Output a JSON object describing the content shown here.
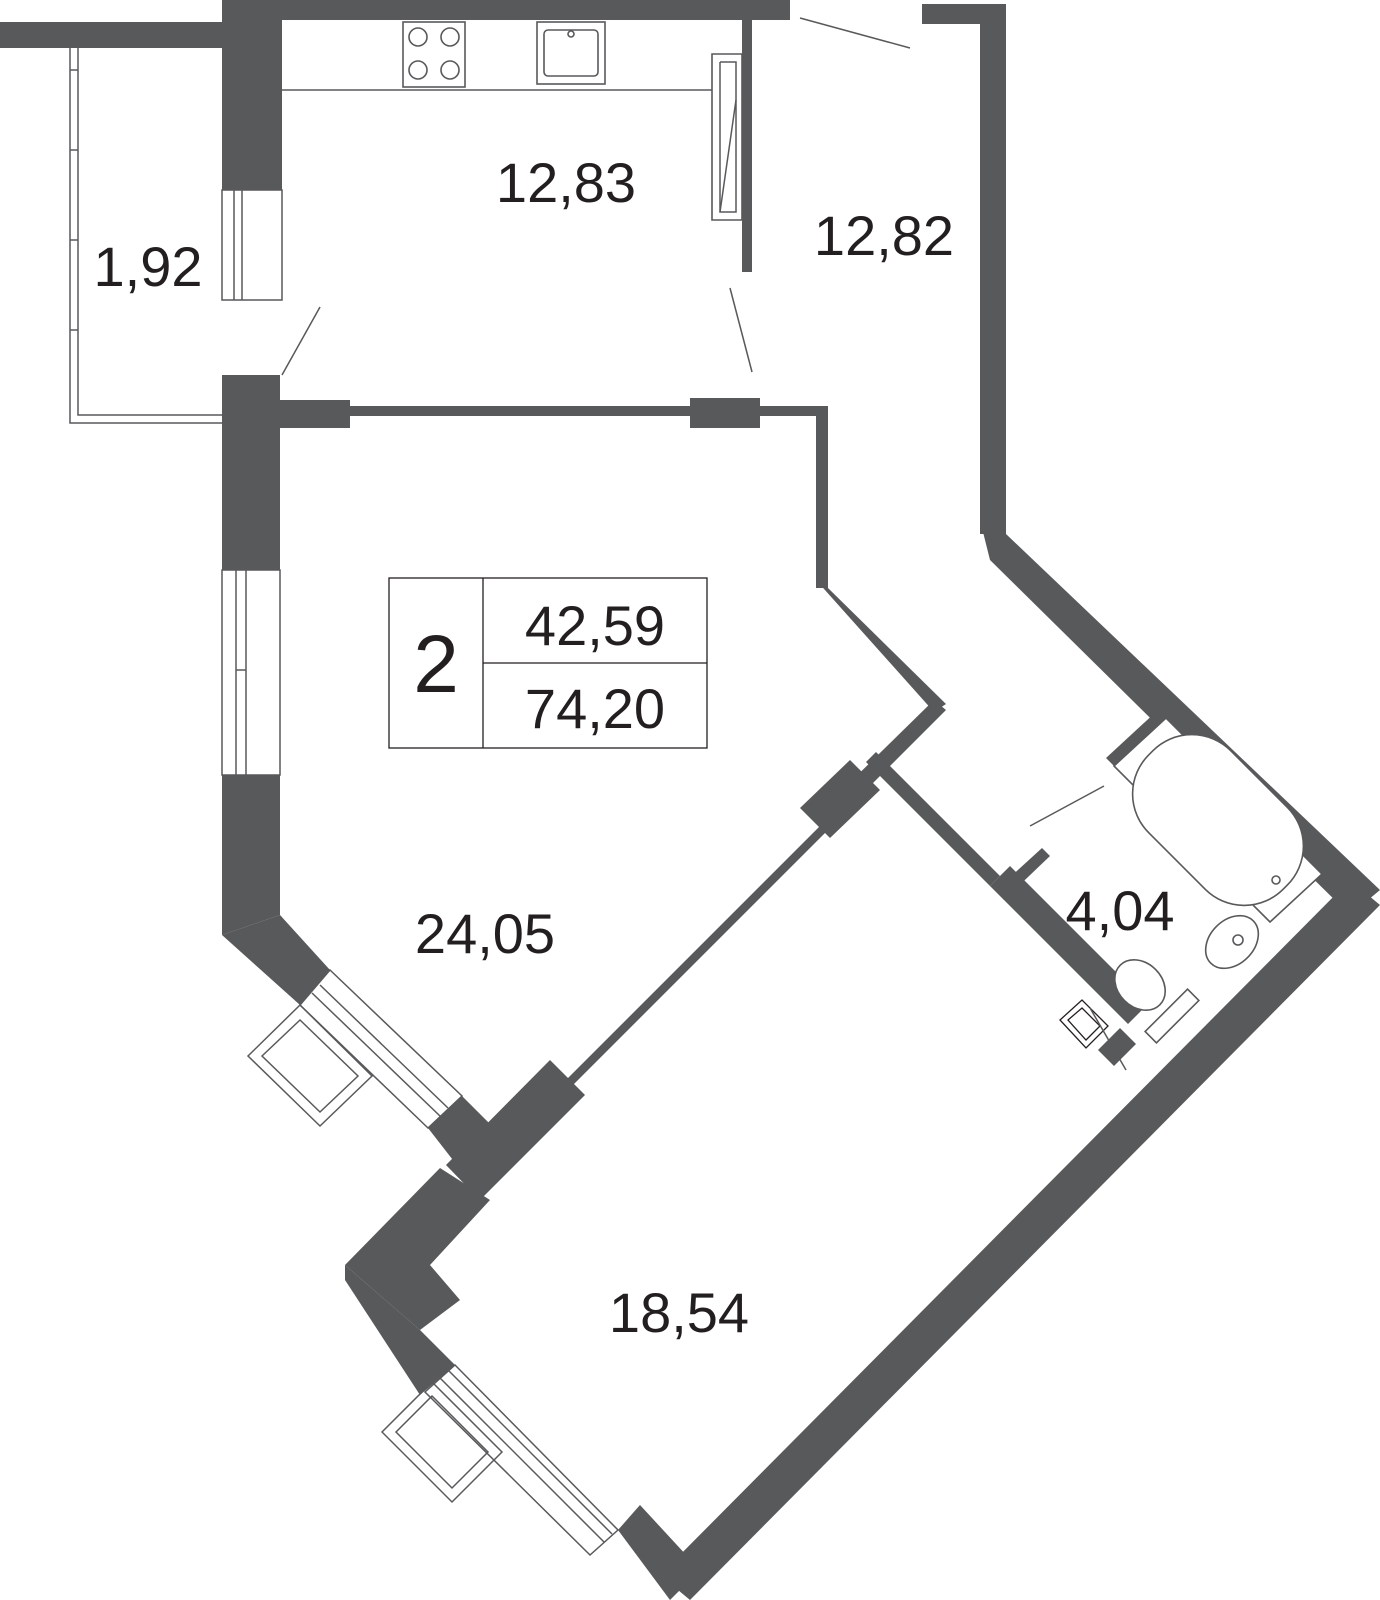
{
  "plan": {
    "rooms": {
      "balcony": {
        "area": "1,92"
      },
      "kitchen": {
        "area": "12,83"
      },
      "hall": {
        "area": "12,82"
      },
      "living_room": {
        "area": "24,05"
      },
      "bathroom": {
        "area": "4,04"
      },
      "bedroom": {
        "area": "18,54"
      }
    },
    "summary": {
      "rooms_count": "2",
      "living_area": "42,59",
      "total_area": "74,20"
    },
    "colors": {
      "wall": "#58595b",
      "text": "#231f20",
      "background": "#ffffff"
    }
  }
}
